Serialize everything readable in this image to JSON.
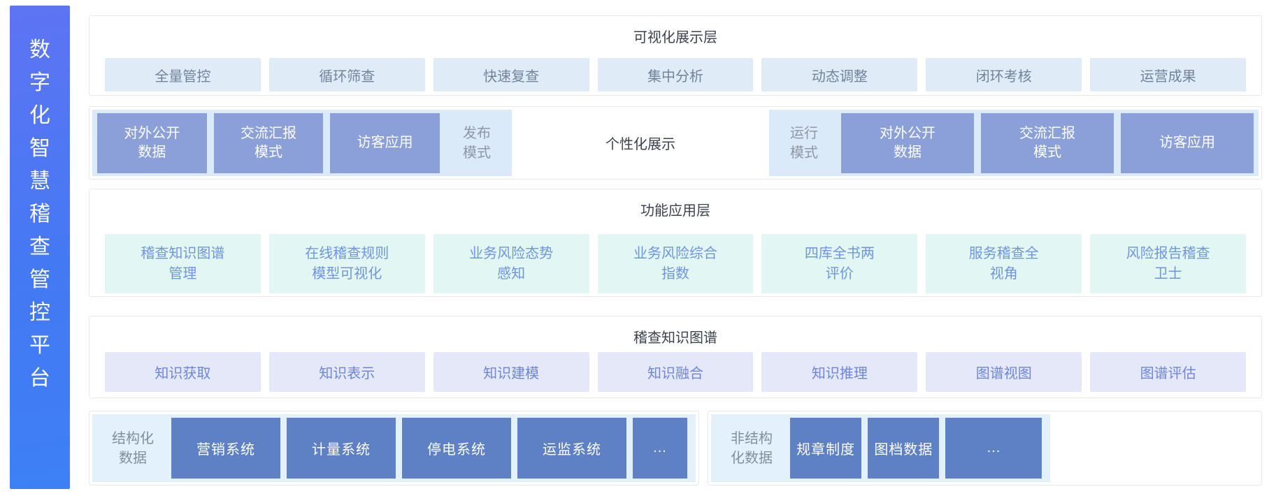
{
  "platform_title": "数字化智慧稽查管控平台",
  "visualization_layer": {
    "title": "可视化展示层",
    "items": [
      "全量管控",
      "循环筛查",
      "快速复查",
      "集中分析",
      "动态调整",
      "闭环考核",
      "运营成果"
    ]
  },
  "display_mode_layer": {
    "publish_group": {
      "boxes": [
        "对外公开\n数据",
        "交流汇报\n模式",
        "访客应用"
      ],
      "label": "发布\n模式"
    },
    "center_label": "个性化展示",
    "run_group": {
      "label": "运行\n模式",
      "boxes": [
        "对外公开\n数据",
        "交流汇报\n模式",
        "访客应用"
      ]
    }
  },
  "function_layer": {
    "title": "功能应用层",
    "items": [
      "稽查知识图谱\n管理",
      "在线稽查规则\n模型可视化",
      "业务风险态势\n感知",
      "业务风险综合\n指数",
      "四库全书两\n评价",
      "服务稽查全\n视角",
      "风险报告稽查\n卫士"
    ]
  },
  "knowledge_graph_layer": {
    "title": "稽查知识图谱",
    "items": [
      "知识获取",
      "知识表示",
      "知识建模",
      "知识融合",
      "知识推理",
      "图谱视图",
      "图谱评估"
    ]
  },
  "data_layer": {
    "structured": {
      "label": "结构化\n数据",
      "boxes": [
        "营销系统",
        "计量系统",
        "停电系统",
        "运监系统",
        "..."
      ]
    },
    "unstructured": {
      "label": "非结构\n化数据",
      "boxes": [
        "规章制度",
        "图档数据",
        "..."
      ]
    }
  },
  "colors": {
    "sidebar_gradient_top": "#5e74f3",
    "sidebar_gradient_bottom": "#3d80f5",
    "viz_item_bg": "#dfecf8",
    "mode_panel_bg": "#dbeaf8",
    "mode_box_bg": "#8ba0d9",
    "func_item_bg": "#e2f6f3",
    "kg_item_bg": "#e4e8f9",
    "data_panel_bg": "#e3f1fc",
    "data_box_bg": "#5d81c4"
  }
}
